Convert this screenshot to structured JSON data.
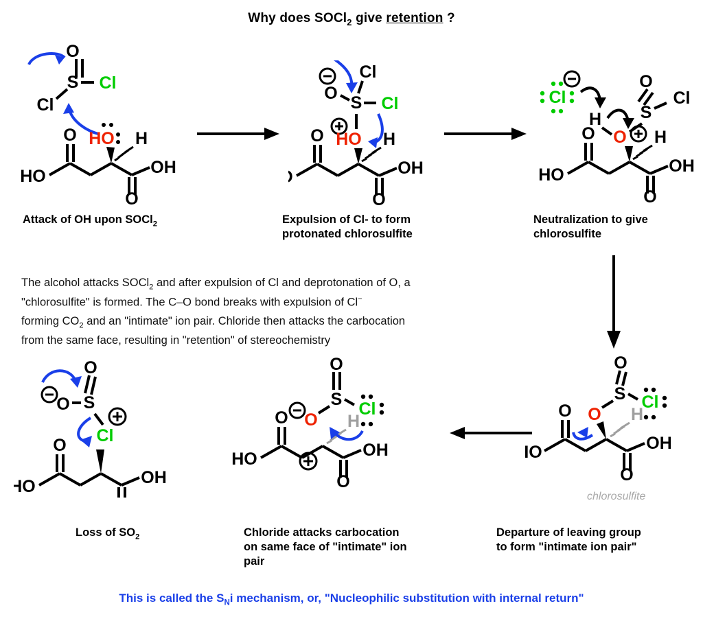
{
  "title": {
    "pre": "Why does SOCl",
    "sub": "2",
    "mid": " give ",
    "underlined": "retention",
    "post": " ?"
  },
  "colors": {
    "chlorine_green": "#00cc00",
    "oxygen_red": "#ee2200",
    "arrow_blue": "#1a3fe8",
    "text_black": "#000000",
    "label_gray": "#a8a8a8"
  },
  "captions": {
    "step1": "Attack of OH upon SOCl",
    "step1_sub": "2",
    "step2_line1": "Expulsion of Cl- to form",
    "step2_line2": "protonated chlorosulfite",
    "step3_line1": "Neutralization to give",
    "step3_line2": "chlorosulfite",
    "step4": "Loss of SO",
    "step4_sub": "2",
    "step5_line1": "Chloride attacks carbocation",
    "step5_line2": "on same face of \"intimate\" ion",
    "step5_line3": "pair",
    "step6_line1": "Departure of leaving group",
    "step6_line2": "to form \"intimate ion pair\""
  },
  "paragraph": {
    "l1a": "The alcohol attacks SOCl",
    "l1sub": "2",
    "l1b": " and after expulsion of Cl and deprotonation of O, a",
    "l2a": "\"chlorosulfite\" is formed. The C–O bond breaks with expulsion of Cl",
    "l2sup": "−",
    "l3a": "forming CO",
    "l3sub": "2",
    "l3b": " and an \"intimate\" ion pair. Chloride then attacks the carbocation",
    "l4": "from the same face, resulting in \"retention\" of stereochemistry"
  },
  "footer": {
    "pre": "This is called the S",
    "sub": "N",
    "post": "i mechanism, or, \"Nucleophilic substitution with internal return\""
  },
  "structure_labels": {
    "chlorosulfite_italic": "chlorosulfite"
  },
  "atoms": {
    "O": "O",
    "S": "S",
    "Cl": "Cl",
    "H": "H",
    "HO": "HO",
    "OH": "OH",
    "plus": "⊕",
    "minus": "⊖"
  },
  "structures": [
    {
      "id": "structure-1",
      "name": "malic-acid-plus-thionyl-chloride",
      "reagent": "SOCl2",
      "substrate": "malic acid",
      "hydroxyl_color": "oxygen_red",
      "arrows": [
        "blue-curved-lone-pair-to-S",
        "blue-curved-S=O"
      ]
    },
    {
      "id": "structure-2",
      "name": "protonated-chlorosulfite-intermediate",
      "charges": [
        "O-minus",
        "O-plus"
      ],
      "arrows": [
        "blue-down-to-S",
        "blue-expel-Cl"
      ]
    },
    {
      "id": "structure-3",
      "name": "chloride-deprotonation-intermediate",
      "charges": [
        "Cl-minus",
        "O-plus"
      ],
      "arrows": [
        "black-Cl-to-H",
        "black-O-H-to-O"
      ]
    },
    {
      "id": "structure-4",
      "name": "chlorosulfite-ester",
      "label": "chlorosulfite",
      "arrows": [
        "blue-C-O-bond-break"
      ]
    },
    {
      "id": "structure-5",
      "name": "intimate-ion-pair-carbocation",
      "charges": [
        "O-minus",
        "C-plus"
      ],
      "arrows": [
        "blue-Cl-to-carbocation"
      ]
    },
    {
      "id": "structure-6",
      "name": "chloro-product-with-SO2",
      "charges": [
        "O-minus",
        "Cl-plus"
      ],
      "arrows": [
        "blue-SO2-loss",
        "blue-Cl-attack"
      ]
    }
  ],
  "reaction_arrows": [
    {
      "name": "arrow-step1-to-step2",
      "direction": "right"
    },
    {
      "name": "arrow-step2-to-step3",
      "direction": "right"
    },
    {
      "name": "arrow-step3-to-step4",
      "direction": "down"
    },
    {
      "name": "arrow-step4-to-step5",
      "direction": "left"
    }
  ]
}
